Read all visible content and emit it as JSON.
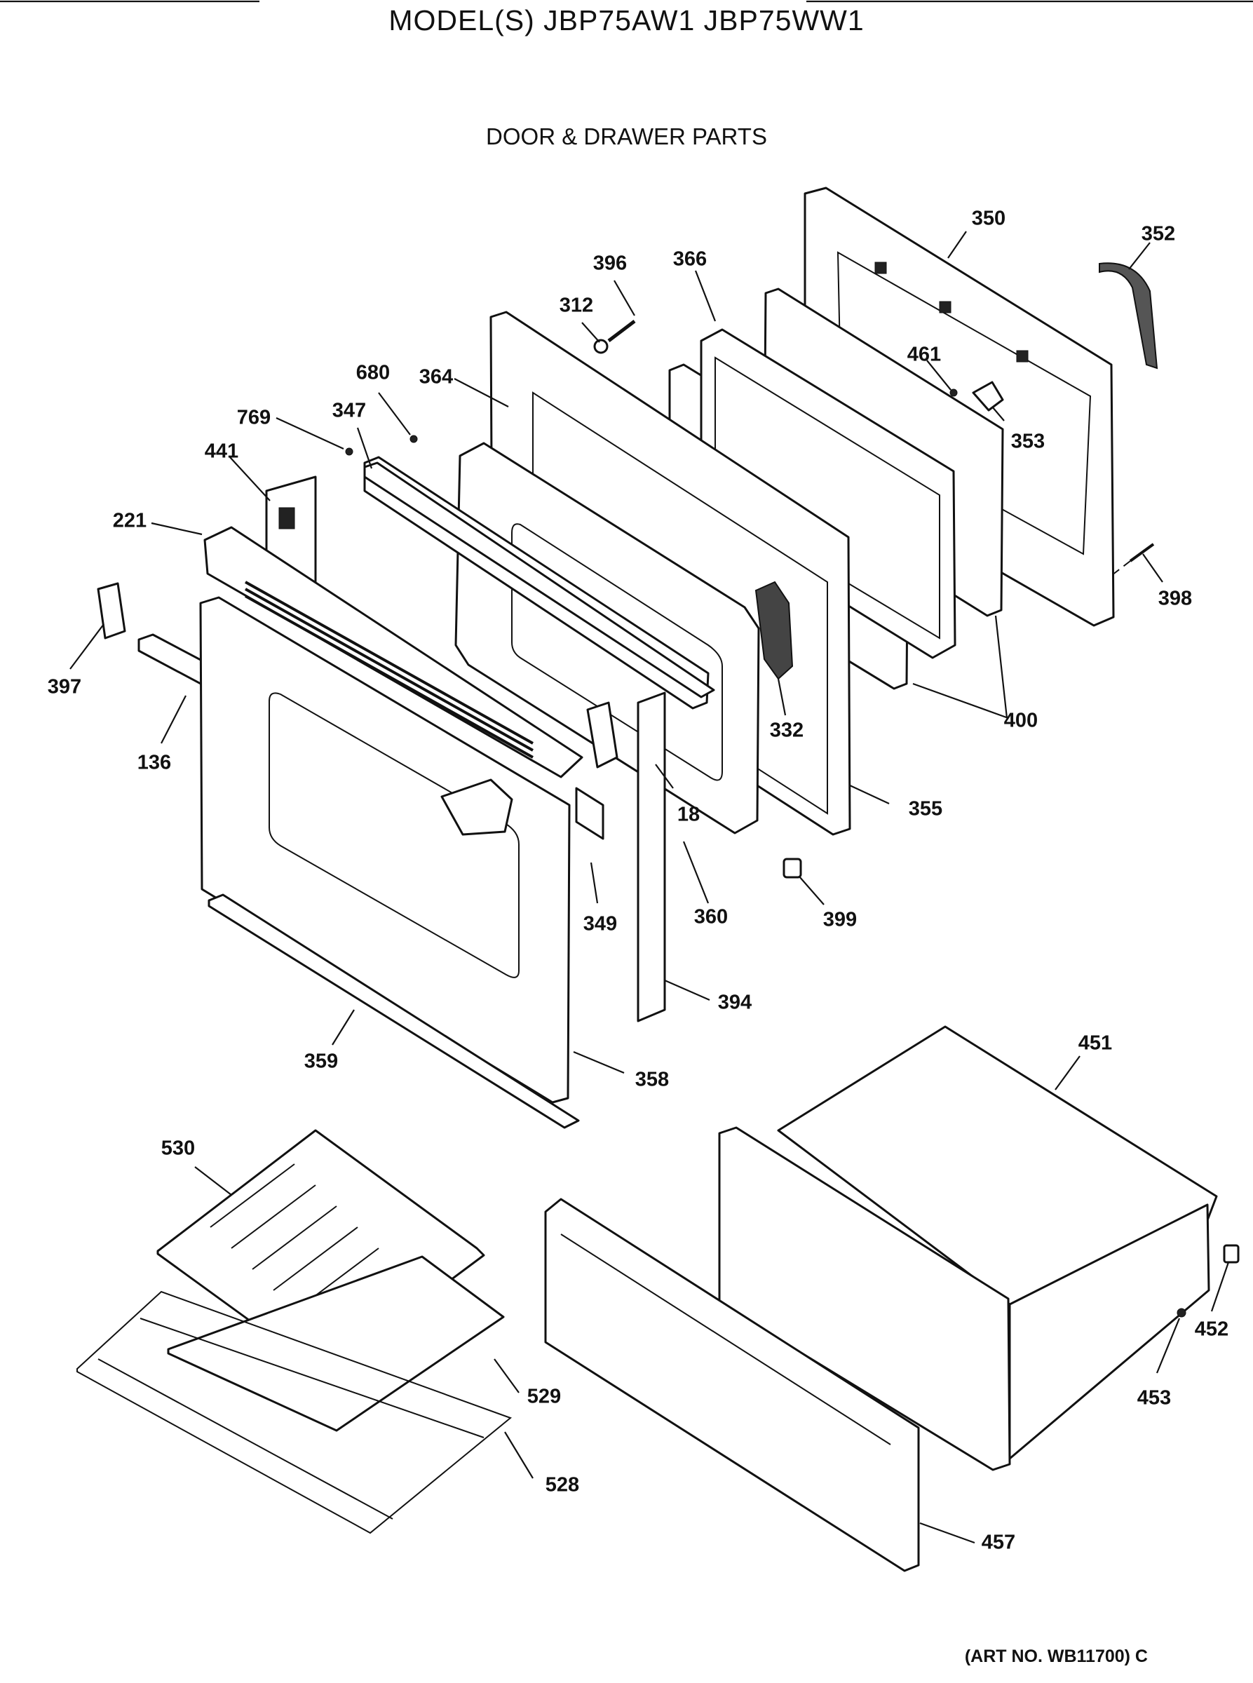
{
  "header": {
    "model_title": "MODEL(S) JBP75AW1  JBP75WW1",
    "section_title": "DOOR & DRAWER PARTS"
  },
  "footer": {
    "art_number": "(ART NO. WB11700) C"
  },
  "callouts": [
    {
      "id": "c350",
      "text": "350"
    },
    {
      "id": "c352",
      "text": "352"
    },
    {
      "id": "c396",
      "text": "396"
    },
    {
      "id": "c366",
      "text": "366"
    },
    {
      "id": "c312",
      "text": "312"
    },
    {
      "id": "c461",
      "text": "461"
    },
    {
      "id": "c680",
      "text": "680"
    },
    {
      "id": "c364",
      "text": "364"
    },
    {
      "id": "c353",
      "text": "353"
    },
    {
      "id": "c769",
      "text": "769"
    },
    {
      "id": "c347",
      "text": "347"
    },
    {
      "id": "c441",
      "text": "441"
    },
    {
      "id": "c221",
      "text": "221"
    },
    {
      "id": "c398",
      "text": "398"
    },
    {
      "id": "c397",
      "text": "397"
    },
    {
      "id": "c400",
      "text": "400"
    },
    {
      "id": "c332",
      "text": "332"
    },
    {
      "id": "c136",
      "text": "136"
    },
    {
      "id": "c18",
      "text": "18"
    },
    {
      "id": "c355",
      "text": "355"
    },
    {
      "id": "c349",
      "text": "349"
    },
    {
      "id": "c360",
      "text": "360"
    },
    {
      "id": "c399",
      "text": "399"
    },
    {
      "id": "c394",
      "text": "394"
    },
    {
      "id": "c451",
      "text": "451"
    },
    {
      "id": "c359",
      "text": "359"
    },
    {
      "id": "c358",
      "text": "358"
    },
    {
      "id": "c530",
      "text": "530"
    },
    {
      "id": "c452",
      "text": "452"
    },
    {
      "id": "c529",
      "text": "529"
    },
    {
      "id": "c453",
      "text": "453"
    },
    {
      "id": "c528",
      "text": "528"
    },
    {
      "id": "c457",
      "text": "457"
    }
  ]
}
